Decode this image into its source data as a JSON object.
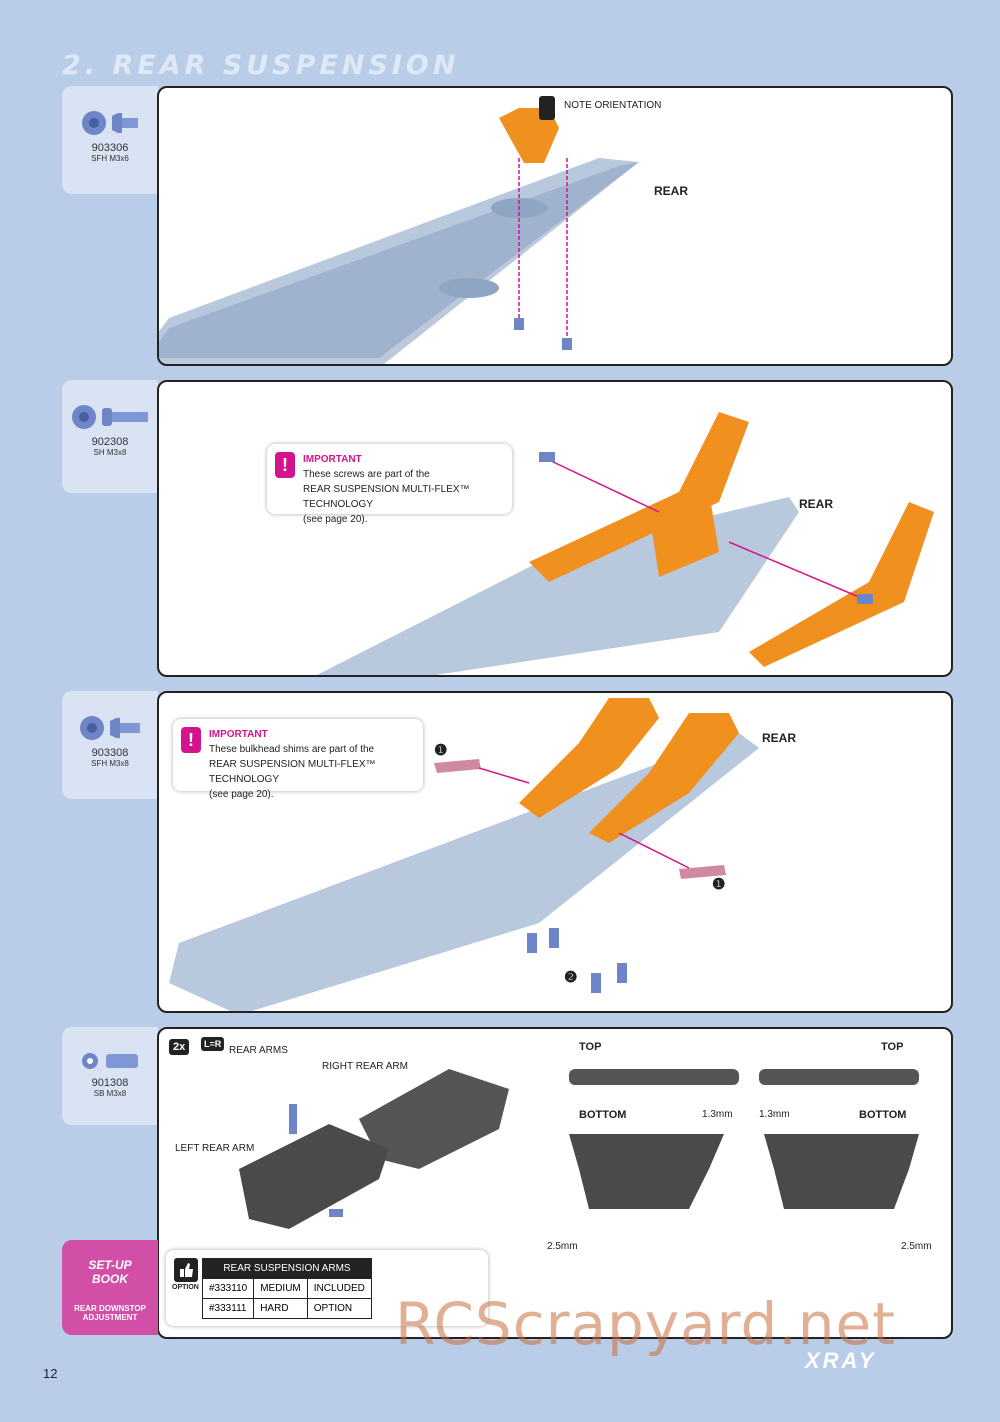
{
  "section_title": "2. REAR SUSPENSION",
  "steps": [
    {
      "code": "903306",
      "desc": "SFH M3x6"
    },
    {
      "code": "902308",
      "desc": "SH M3x8"
    },
    {
      "code": "903308",
      "desc": "SFH M3x8"
    },
    {
      "code": "901308",
      "desc": "SB M3x8"
    }
  ],
  "step1": {
    "note": "NOTE ORIENTATION",
    "rear": "REAR"
  },
  "step2": {
    "rear": "REAR",
    "important": "IMPORTANT",
    "l1": "These screws are part of the",
    "l2": "REAR SUSPENSION MULTI-FLEX™ TECHNOLOGY",
    "l3": "(see page 20)."
  },
  "step3": {
    "rear": "REAR",
    "important": "IMPORTANT",
    "l1": "These bulkhead shims are part of the",
    "l2": "REAR SUSPENSION MULTI-FLEX™ TECHNOLOGY",
    "l3": "(see page 20).",
    "num1": "❶",
    "num2": "❷"
  },
  "step4": {
    "qty": "2x",
    "lr": "L=R",
    "arms": "REAR ARMS",
    "right_arm": "RIGHT REAR ARM",
    "left_arm": "LEFT REAR ARM",
    "top": "TOP",
    "bottom": "BOTTOM",
    "d13": "1.3mm",
    "d25": "2.5mm"
  },
  "option": {
    "label": "OPTION",
    "header": "REAR SUSPENSION ARMS",
    "rows": [
      [
        "#333110",
        "MEDIUM",
        "INCLUDED"
      ],
      [
        "#333111",
        "HARD",
        "OPTION"
      ]
    ]
  },
  "setup": {
    "l1": "SET-UP",
    "l2": "BOOK",
    "l3": "REAR DOWNSTOP",
    "l4": "ADJUSTMENT"
  },
  "page_number": "12",
  "brand": "XRAY",
  "watermark": "RCScrapyard.net",
  "colors": {
    "chassis": "#a9bfd8",
    "part": "#f0901e",
    "accent": "#d4148c",
    "screw": "#6e86c8"
  }
}
